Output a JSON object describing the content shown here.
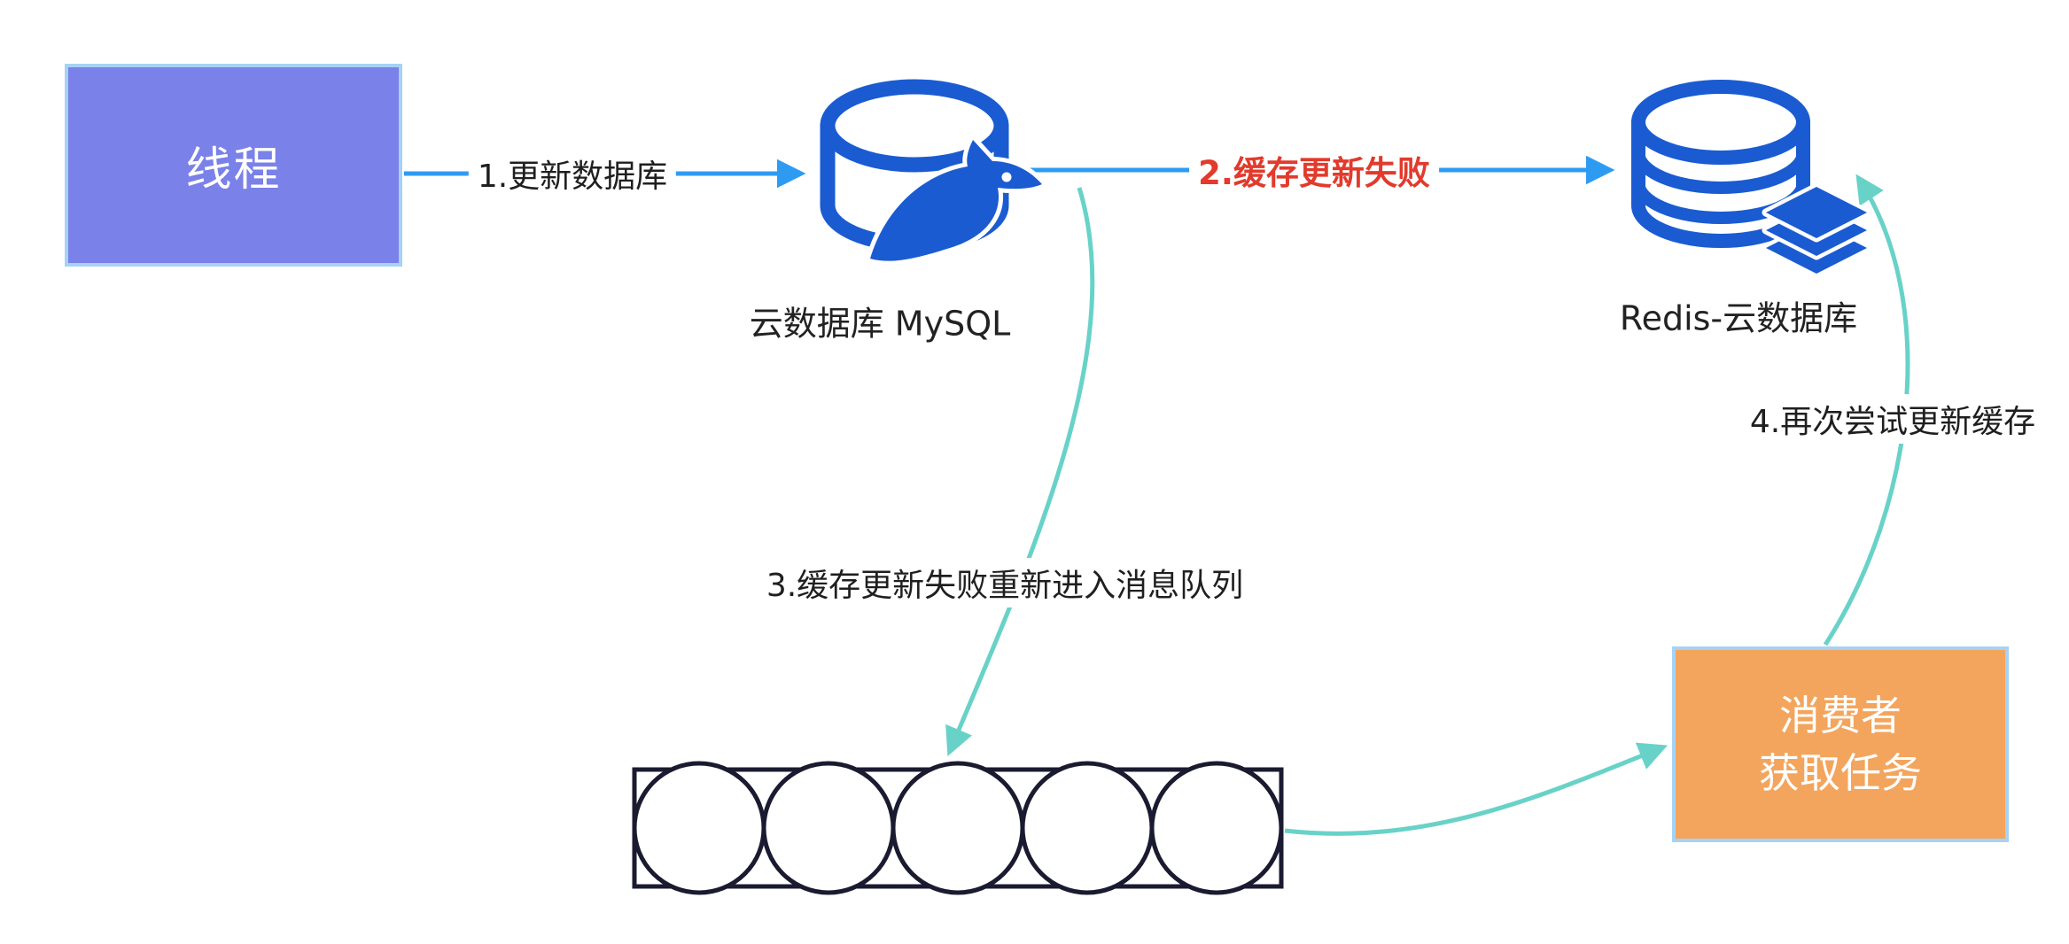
{
  "nodes": {
    "thread": {
      "label": "线程"
    },
    "mysql": {
      "caption": "云数据库 MySQL"
    },
    "redis": {
      "caption": "Redis-云数据库"
    },
    "consumer": {
      "line1": "消费者",
      "line2": "获取任务"
    },
    "queue": {
      "slots": 5
    }
  },
  "edges": {
    "step1": {
      "label": "1.更新数据库"
    },
    "step2": {
      "label": "2.缓存更新失败"
    },
    "step3": {
      "label": "3.缓存更新失败重新进入消息队列"
    },
    "step4": {
      "label": "4.再次尝试更新缓存"
    }
  },
  "colors": {
    "thread_fill": "#7a81e8",
    "consumer_fill": "#f3a55d",
    "box_border": "#a6d2f5",
    "blue_arrow": "#2e9bf2",
    "teal_arrow": "#68d2c8",
    "icon_blue": "#1a5bd2",
    "step2_text": "#e23a2c",
    "queue_stroke": "#1a1a30",
    "label_text": "#1f1f1f"
  }
}
